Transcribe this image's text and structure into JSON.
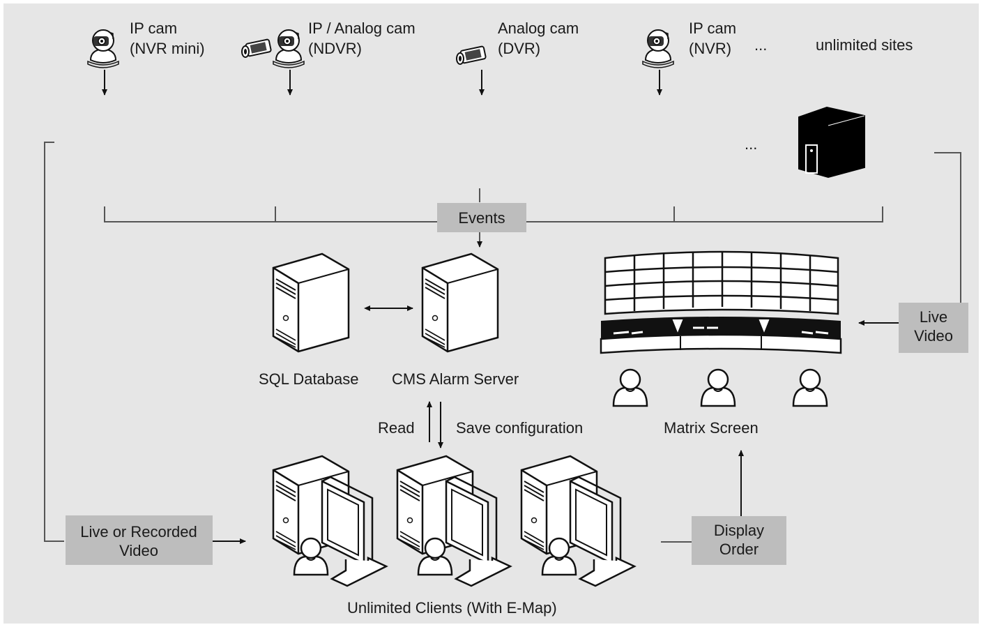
{
  "cameras": [
    {
      "line1": "IP cam",
      "line2": "(NVR mini)"
    },
    {
      "line1": "IP / Analog cam",
      "line2": "(NDVR)"
    },
    {
      "line1": "Analog cam",
      "line2": "(DVR)"
    },
    {
      "line1": "IP cam",
      "line2": "(NVR)"
    }
  ],
  "ellipsis_top": "...",
  "ellipsis_mid": "...",
  "unlimited_sites": "unlimited sites",
  "events": "Events",
  "sql_database": "SQL Database",
  "cms_alarm_server": "CMS Alarm Server",
  "read": "Read",
  "save_configuration": "Save configuration",
  "live_video": {
    "line1": "Live",
    "line2": "Video"
  },
  "matrix_screen": "Matrix Screen",
  "live_or_recorded": {
    "line1": "Live or Recorded",
    "line2": "Video"
  },
  "display_order": {
    "line1": "Display",
    "line2": "Order"
  },
  "unlimited_clients": "Unlimited Clients (With E-Map)",
  "colors": {
    "background": "#e6e6e6",
    "label_box": "#bdbdbd",
    "line": "#555555",
    "ink": "#111111"
  }
}
